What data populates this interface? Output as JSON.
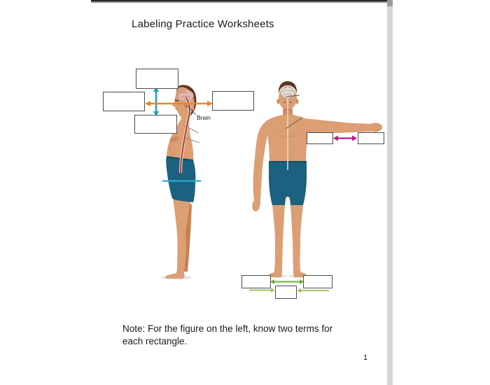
{
  "document": {
    "title": "Labeling Practice Worksheets",
    "brain_label": "Brain",
    "note": {
      "line1": "Note: For the figure on the left, know two terms for",
      "line2": "each rectangle."
    },
    "page_number": "1"
  },
  "worksheet": {
    "left_figure": "human body, side view, brain and spinal cord shown",
    "right_figure": "human body, front view, left arm extended",
    "label_blank_counts": {
      "left_figure": 4,
      "extended_arm": 2,
      "feet": 3
    }
  },
  "colors": {
    "blue_arrow": "#1d9db8",
    "orange_arrow": "#e8872b",
    "cyan_line": "#2aa9cf",
    "magenta_arrow": "#c4148c",
    "green_arrow": "#6fae3e",
    "green_arrow_light": "#9fc35c",
    "spine": "#b5382c",
    "skin": "#dc9f74",
    "skin_shadow": "#c8814f",
    "shorts": "#1c6180",
    "shorts_dark": "#12506a",
    "hair": "#5f3425",
    "brain_left": "#e2b6ae",
    "brain_right": "#e6d8d2",
    "rect_border": "#4c4c4c",
    "scrollbar_track": "#d6d6d6",
    "scrollbar_thumb": "#9c9c9c",
    "leader_line": "#8c8c8c"
  }
}
